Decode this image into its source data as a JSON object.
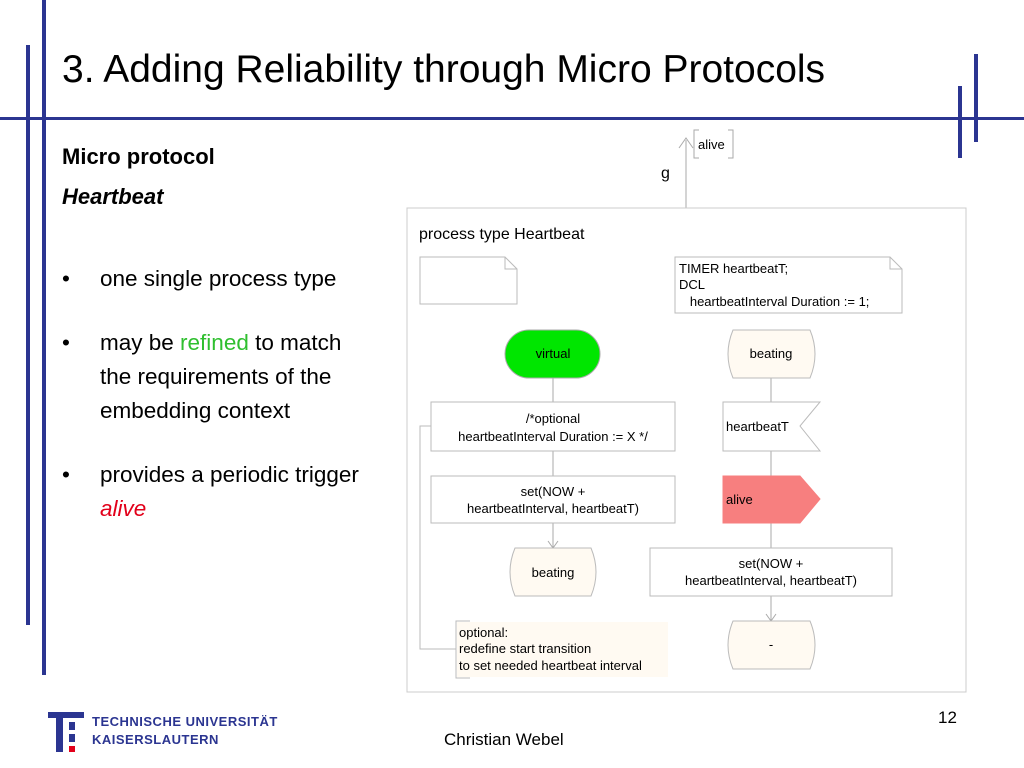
{
  "slide": {
    "title": "3. Adding Reliability through Micro Protocols",
    "heading1": "Micro protocol",
    "heading2": "Heartbeat",
    "bullets": [
      {
        "pre": "one single process type",
        "hl": "",
        "post": ""
      },
      {
        "pre": "may be ",
        "hl": "refined",
        "post": " to match the requirements of the embedding context"
      },
      {
        "pre": "provides a periodic trigger ",
        "hl": "alive",
        "post": ""
      }
    ],
    "page_number": "12",
    "author": "Christian Webel",
    "logo_line1": "TECHNISCHE UNIVERSITÄT",
    "logo_line2": "KAISERSLAUTERN"
  },
  "diagram": {
    "signal_label": "alive",
    "gate_label": "g",
    "process_title": "process type Heartbeat",
    "decl_lines": [
      "TIMER heartbeatT;",
      "DCL",
      "   heartbeatInterval Duration := 1;"
    ],
    "start_label": "virtual",
    "task1_lines": [
      "/*optional",
      "heartbeatInterval Duration := X */"
    ],
    "task2_lines": [
      "set(NOW +",
      "heartbeatInterval, heartbeatT)"
    ],
    "state_left": "beating",
    "state_right": "beating",
    "input_label": "heartbeatT",
    "output_label": "alive",
    "task3_lines": [
      "set(NOW +",
      "heartbeatInterval, heartbeatT)"
    ],
    "nextstate_label": "-",
    "comment_lines": [
      "optional:",
      "redefine start transition",
      "to set needed heartbeat interval"
    ],
    "colors": {
      "start_fill": "#00e600",
      "output_fill": "#f77f7f",
      "state_fill": "#fffaf2",
      "stroke": "#aaaaaa"
    }
  }
}
